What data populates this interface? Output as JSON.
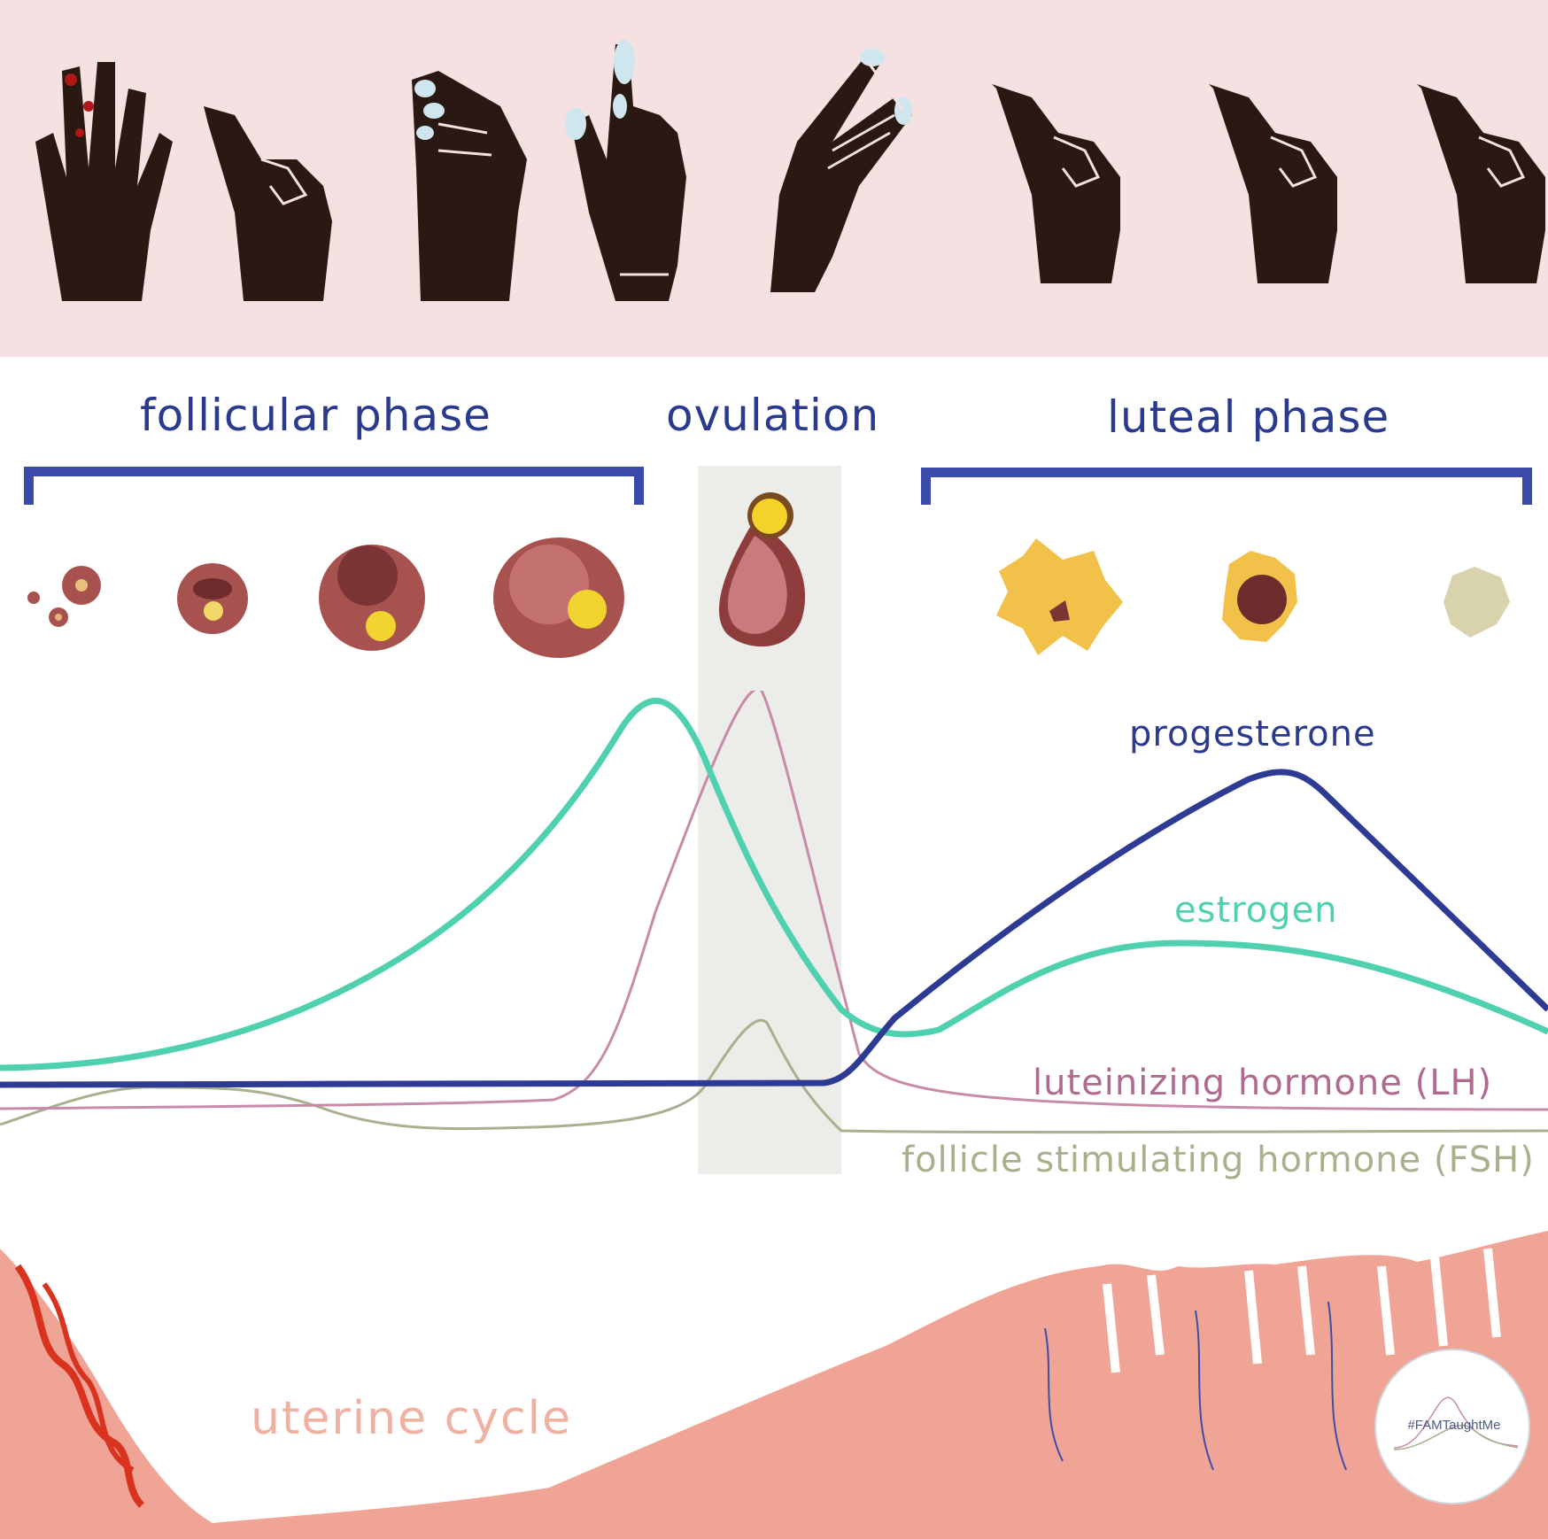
{
  "phases": {
    "follicular": "follicular phase",
    "ovulation": "ovulation",
    "luteal": "luteal phase"
  },
  "hormones": {
    "progesterone": "progesterone",
    "estrogen": "estrogen",
    "lh": "luteinizing hormone (LH)",
    "fsh": "follicle stimulating hormone  (FSH)"
  },
  "uterine_cycle_label": "uterine cycle",
  "stamp_text": "#FAMTaughtMe",
  "colors": {
    "background_top": "#f5e1e1",
    "phase_text": "#2b3a8f",
    "bracket": "#3a4aa8",
    "progesterone": "#2e3b95",
    "estrogen": "#4fd1b0",
    "lh": "#c98aa8",
    "fsh": "#a9b08e",
    "uterine": "#f0a496",
    "hand": "#2a1812"
  },
  "hand_icons": [
    "menstruation-hand-icon",
    "dry-hand-icon",
    "creamy-hand-icon",
    "egg-white-hand-icon",
    "stretchy-hand-icon",
    "dry-hand-icon",
    "dry-hand-icon",
    "dry-hand-icon"
  ]
}
